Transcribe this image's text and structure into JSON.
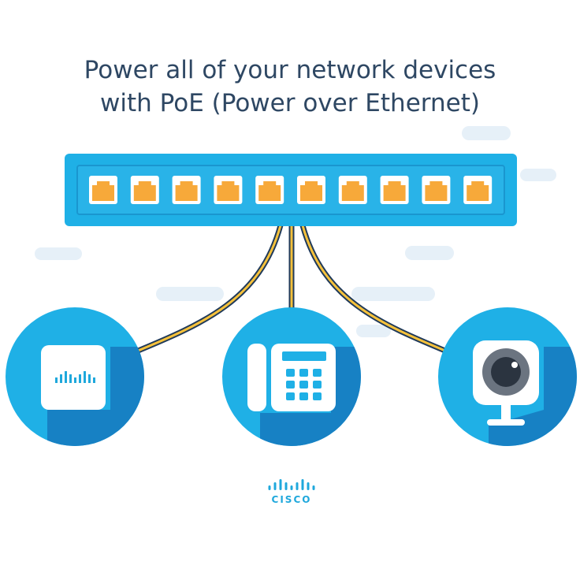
{
  "headline": {
    "line1": "Power all of your network devices",
    "line2": "with PoE (Power over Ethernet)"
  },
  "switch": {
    "port_count": 10
  },
  "devices": [
    {
      "name": "access-point",
      "icon": "wireless-access-point-icon"
    },
    {
      "name": "ip-phone",
      "icon": "desk-phone-icon"
    },
    {
      "name": "security-camera",
      "icon": "camera-icon"
    }
  ],
  "logo": {
    "text": "CISCO"
  },
  "colors": {
    "switch_body": "#1fb0e6",
    "switch_panel": "#27aee4",
    "port": "#f7a93a",
    "port_frame": "#ffffff",
    "cable_outer": "#203a5a",
    "cable_inner": "#f5c13b",
    "circle": "#1fb0e6",
    "circle_shadow": "#1781c4",
    "cloud": "#e3eef8",
    "headline": "#2e4763",
    "logo": "#1fa8dc"
  }
}
